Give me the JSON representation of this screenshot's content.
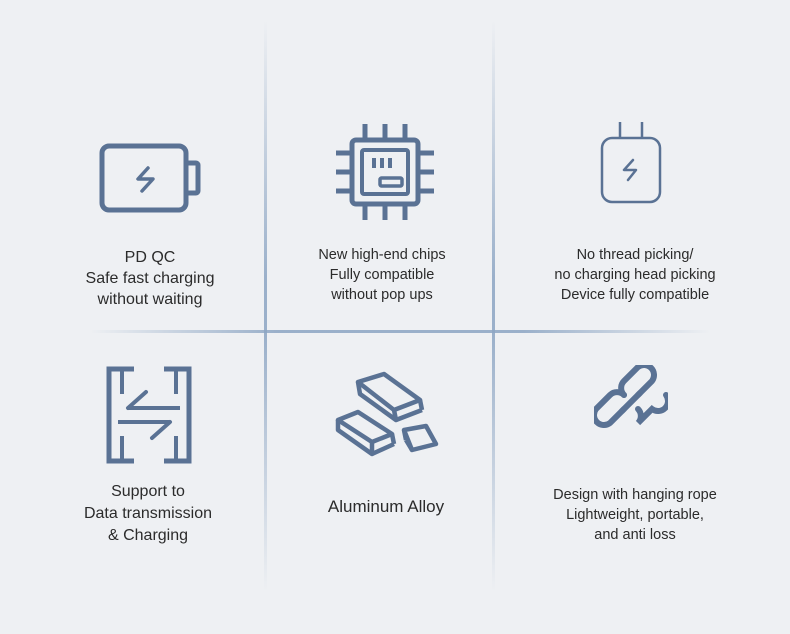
{
  "colors": {
    "background": "#eef0f3",
    "icon": "#5a7294",
    "text": "#2b2b2b",
    "divider": "#8ca5c3"
  },
  "features": [
    {
      "icon": "battery-charging-icon",
      "lines": [
        "PD QC",
        "Safe fast charging",
        "without waiting"
      ]
    },
    {
      "icon": "chip-icon",
      "lines": [
        "New high-end chips",
        "Fully compatible",
        "without pop ups"
      ]
    },
    {
      "icon": "charger-plug-icon",
      "lines": [
        "No thread picking/",
        "no charging head picking",
        "Device fully compatible"
      ]
    },
    {
      "icon": "data-transfer-icon",
      "lines": [
        "Support to",
        "Data transmission",
        "& Charging"
      ]
    },
    {
      "icon": "aluminum-ingots-icon",
      "lines": [
        "Aluminum Alloy"
      ]
    },
    {
      "icon": "chain-link-icon",
      "lines": [
        "Design with hanging rope",
        "Lightweight, portable,",
        "and anti loss"
      ]
    }
  ]
}
